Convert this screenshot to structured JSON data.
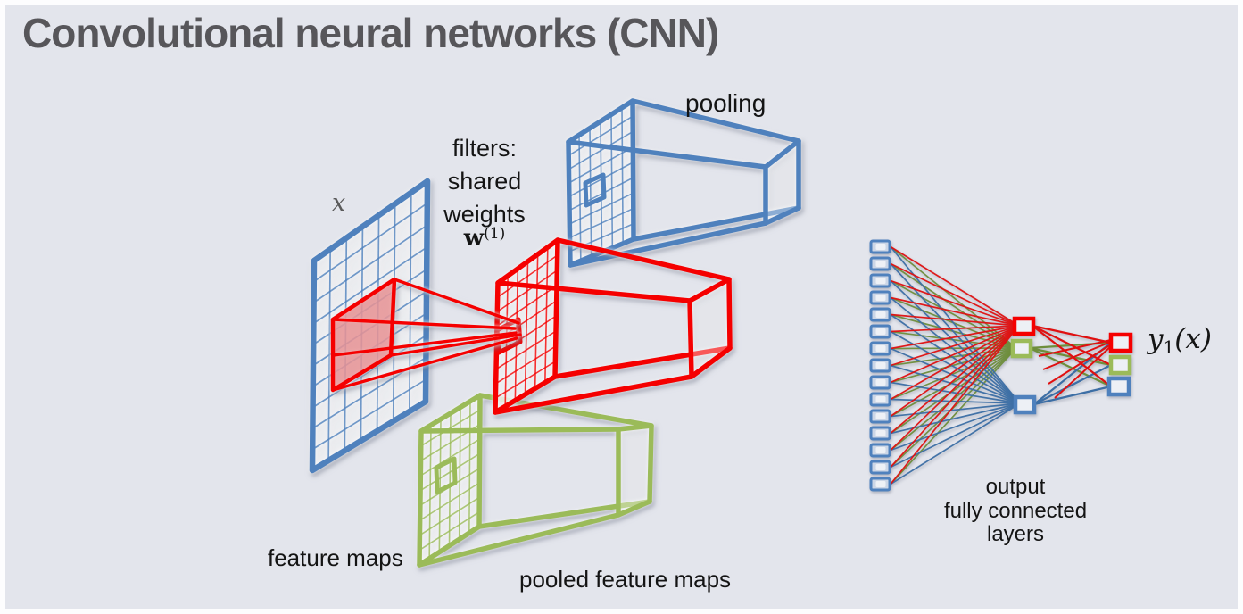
{
  "slide": {
    "title": "Convolutional neural networks (CNN)"
  },
  "diagram": {
    "input_label": "x",
    "filters_label": {
      "line1": "filters:",
      "line2": "shared",
      "line3": "weights",
      "symbol": "w",
      "superscript": "(1)"
    },
    "pooling_label": "pooling",
    "feature_maps_label": "feature maps",
    "pooled_feature_maps_label": "pooled feature maps",
    "output_label": {
      "line1": "output",
      "line2": "fully connected",
      "line3": "layers"
    },
    "output_value": {
      "base": "y",
      "subscript": "1",
      "argument": "(x)"
    },
    "colors": {
      "blue": "#4f81bd",
      "red": "#f50000",
      "green": "#9bbb59",
      "patch_fill": "rgba(240,110,110,0.55)",
      "fan_red": "#e01010",
      "fan_green": "#6e8e3c",
      "fan_blue": "#3c6ea5",
      "node_fill": "#edf0f5",
      "background": "#e3e5ec",
      "title_text": "#57565a"
    },
    "fully_connected": {
      "input_node_count": 15
    }
  }
}
